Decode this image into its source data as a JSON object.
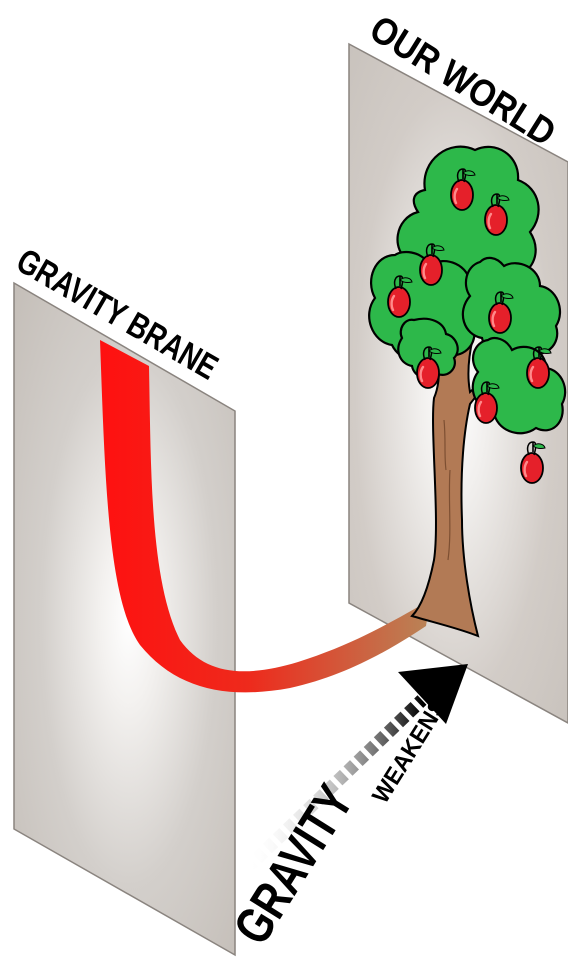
{
  "labels": {
    "gravity_brane": "GRAVITY BRANE",
    "our_world": "OUR WORLD",
    "gravity": "GRAVITY",
    "weakens": "WEAKENS"
  },
  "icons": {
    "tree": "apple-tree-icon",
    "apple": "apple-icon",
    "arrow": "arrow-icon"
  },
  "colors": {
    "panel": "#c9c3bd",
    "panel_highlight": "#ffffff",
    "gravity_start": "#ff1a1a",
    "gravity_end": "#b5835a",
    "foliage": "#2db84a",
    "apple": "#e5202a",
    "trunk": "#b27a55"
  }
}
